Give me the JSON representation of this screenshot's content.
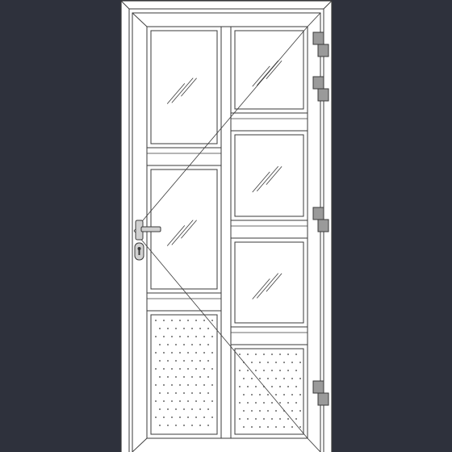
{
  "drawing": {
    "subject": "door-elevation",
    "glazed_panes": 5,
    "glazed_panes_right_column": 3,
    "glazed_panes_left_column": 2,
    "dotted_infill_panels": 2,
    "hinges": 4,
    "opening_side": "left-handle-right-hinges",
    "colors": {
      "background": "#2e313c",
      "frame": "#ffffff",
      "line": "#3a3a3a",
      "hinge": "#9a9a9a",
      "handle": "#d0d0d0"
    }
  }
}
